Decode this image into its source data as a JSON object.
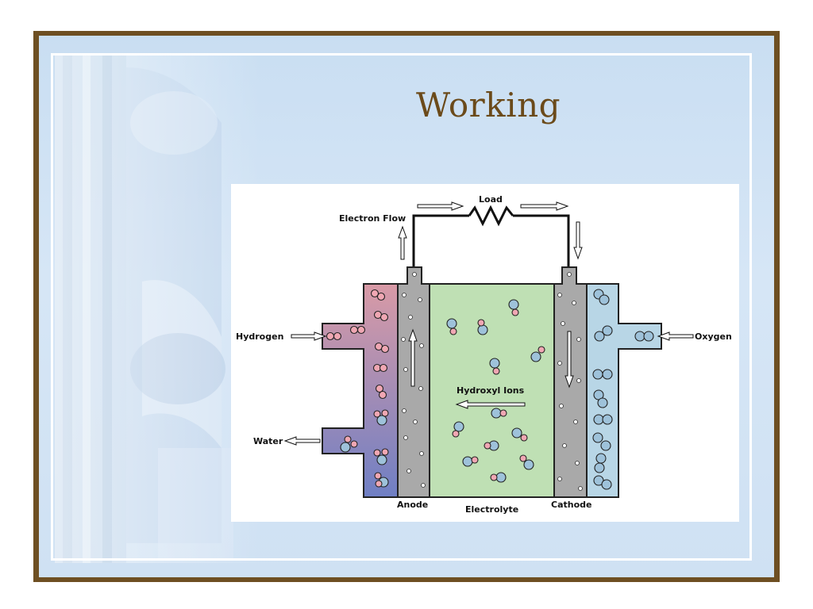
{
  "slide": {
    "title": "Working"
  },
  "diagram": {
    "load_label": "Load",
    "electron_flow_label": "Electron Flow",
    "hydrogen_label": "Hydrogen",
    "oxygen_label": "Oxygen",
    "water_label": "Water",
    "hydroxyl_label": "Hydroxyl Ions",
    "anode_label": "Anode",
    "electrolyte_label": "Electrolyte",
    "cathode_label": "Cathode",
    "colors": {
      "hydrogen_chamber_top": "#d99aa6",
      "hydrogen_chamber_bottom": "#6f7fc4",
      "electrode": "#a9a9a9",
      "electrolyte": "#bfe0b4",
      "oxygen_chamber": "#b8d6e6",
      "hydrogen_atom": "#f0a7b3",
      "oxygen_atom": "#9ec2da",
      "title": "#6b4a1a",
      "frame": "#6e4f22"
    }
  }
}
